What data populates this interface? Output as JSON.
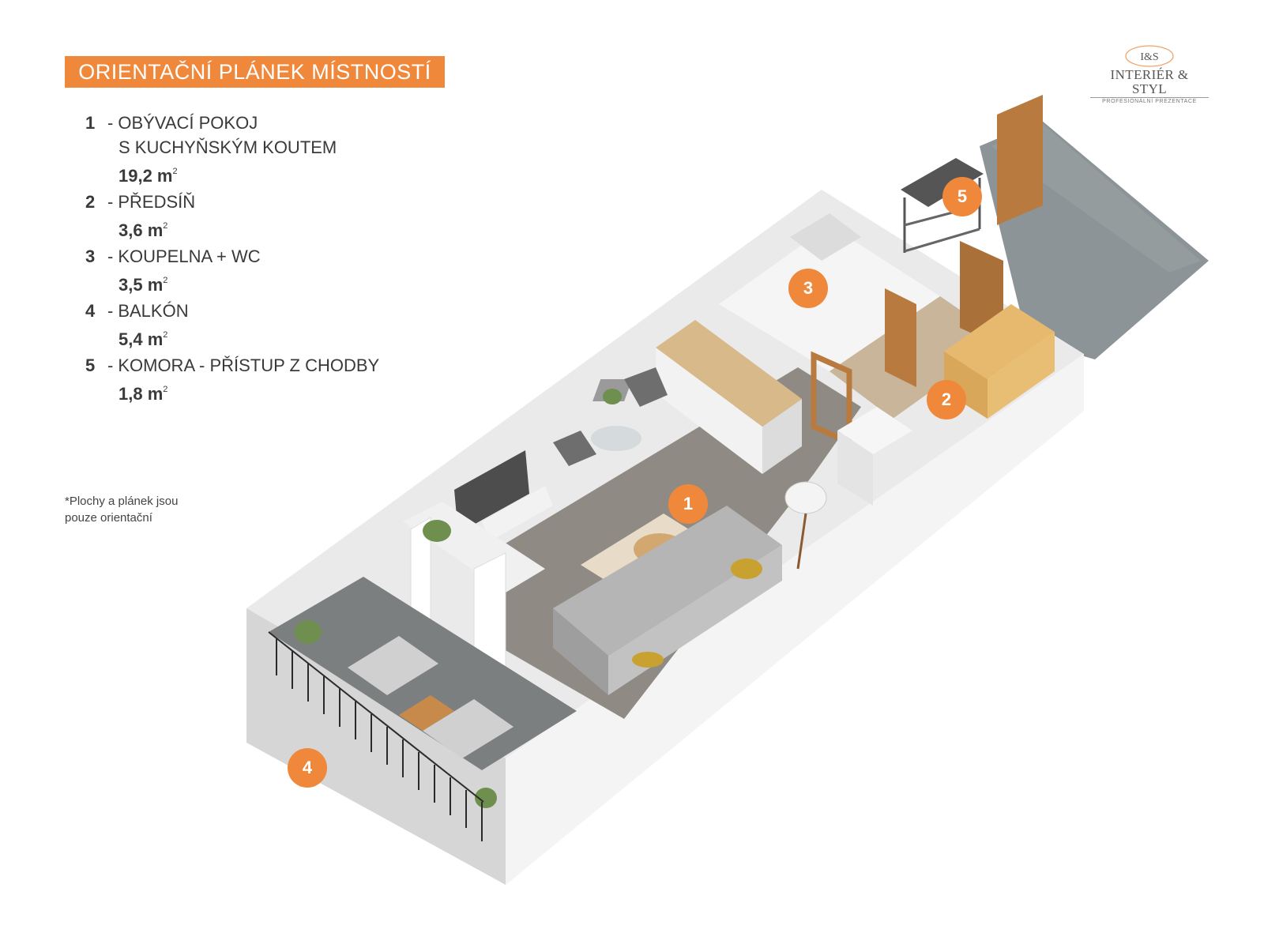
{
  "header": {
    "title": "ORIENTAČNÍ PLÁNEK MÍSTNOSTÍ"
  },
  "logo": {
    "mark": "I&S",
    "name": "INTERIÉR & STYL",
    "tagline": "PROFESIONÁLNÍ PREZENTACE"
  },
  "rooms": [
    {
      "number": "1",
      "name": "OBÝVACÍ POKOJ",
      "subname": "S KUCHYŇSKÝM KOUTEM",
      "area": "19,2 m",
      "unit_sup": "2"
    },
    {
      "number": "2",
      "name": "PŘEDSÍŇ",
      "area": "3,6 m",
      "unit_sup": "2"
    },
    {
      "number": "3",
      "name": "KOUPELNA + WC",
      "area": "3,5 m",
      "unit_sup": "2"
    },
    {
      "number": "4",
      "name": "BALKÓN",
      "area": "5,4 m",
      "unit_sup": "2"
    },
    {
      "number": "5",
      "name": "KOMORA - PŘÍSTUP Z CHODBY",
      "area": "1,8 m",
      "unit_sup": "2"
    }
  ],
  "note": {
    "line1": "*Plochy  a plánek jsou",
    "line2": "pouze orientační"
  },
  "markers": [
    "1",
    "2",
    "3",
    "4",
    "5"
  ],
  "colors": {
    "accent": "#f0883b",
    "floor_wood": "#8f8a84",
    "wall": "#e6e6e6",
    "corridor": "#8c9497",
    "door_wood": "#b87a3e"
  }
}
